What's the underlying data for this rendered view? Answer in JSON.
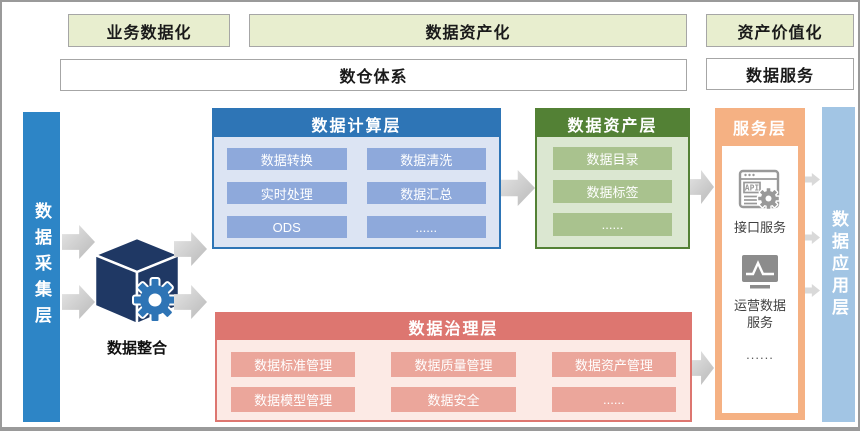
{
  "stages": [
    {
      "label": "业务数据化"
    },
    {
      "label": "数据资产化"
    },
    {
      "label": "资产价值化"
    }
  ],
  "systems": [
    {
      "label": "数仓体系"
    },
    {
      "label": "数据服务"
    }
  ],
  "collection_layer": {
    "label": "数据采集层"
  },
  "integration": {
    "label": "数据整合"
  },
  "compute_layer": {
    "title": "数据计算层",
    "items": [
      "数据转换",
      "数据清洗",
      "实时处理",
      "数据汇总",
      "ODS",
      "......"
    ]
  },
  "asset_layer": {
    "title": "数据资产层",
    "items": [
      "数据目录",
      "数据标签",
      "......"
    ]
  },
  "service_layer": {
    "title": "服务层",
    "api_icon_text": "API",
    "services": [
      {
        "icon": "api-icon",
        "label": "接口服务"
      },
      {
        "icon": "ops-chart-icon",
        "label": "运营数据服务"
      }
    ],
    "more": "......"
  },
  "governance_layer": {
    "title": "数据治理层",
    "items": [
      "数据标准管理",
      "数据质量管理",
      "数据资产管理",
      "数据模型管理",
      "数据安全",
      "......"
    ]
  },
  "application_layer": {
    "label": "数据应用层"
  },
  "colors": {
    "stage_green": "#e8eecf",
    "collection_blue": "#2d85c6",
    "compute_blue": "#2e75b6",
    "compute_item_blue": "#8ea9db",
    "asset_green": "#538135",
    "asset_item_green": "#a9c28e",
    "service_orange": "#f5b183",
    "governance_red": "#dd7670",
    "governance_item_red": "#eba69b",
    "application_blue": "#a2c5e4",
    "cube_navy": "#1f3864",
    "gear_blue": "#2e74b5",
    "arrow_gray": "#c9c9c9"
  }
}
